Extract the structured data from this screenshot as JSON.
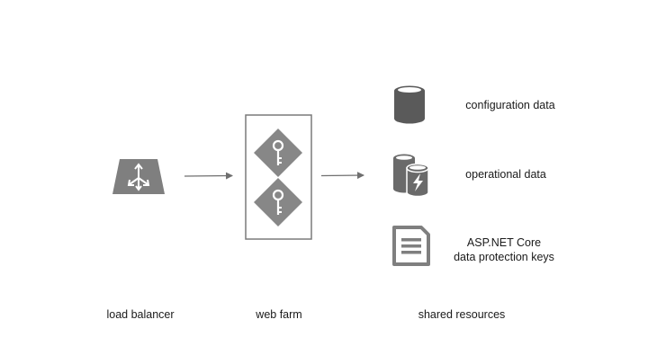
{
  "columns": {
    "load_balancer": "load balancer",
    "web_farm": "web farm",
    "shared_resources": "shared resources"
  },
  "resources": [
    {
      "label": "configuration data",
      "icon": "database-icon"
    },
    {
      "label": "operational data",
      "icon": "operational-database-icon"
    },
    {
      "label_line1": "ASP.NET Core",
      "label_line2": "data protection keys",
      "icon": "document-icon"
    }
  ],
  "colors": {
    "icon_gray": "#7f7f7f",
    "dark_gray": "#5a5a5a",
    "arrow": "#6f6f6f",
    "text": "#1a1a1a"
  }
}
